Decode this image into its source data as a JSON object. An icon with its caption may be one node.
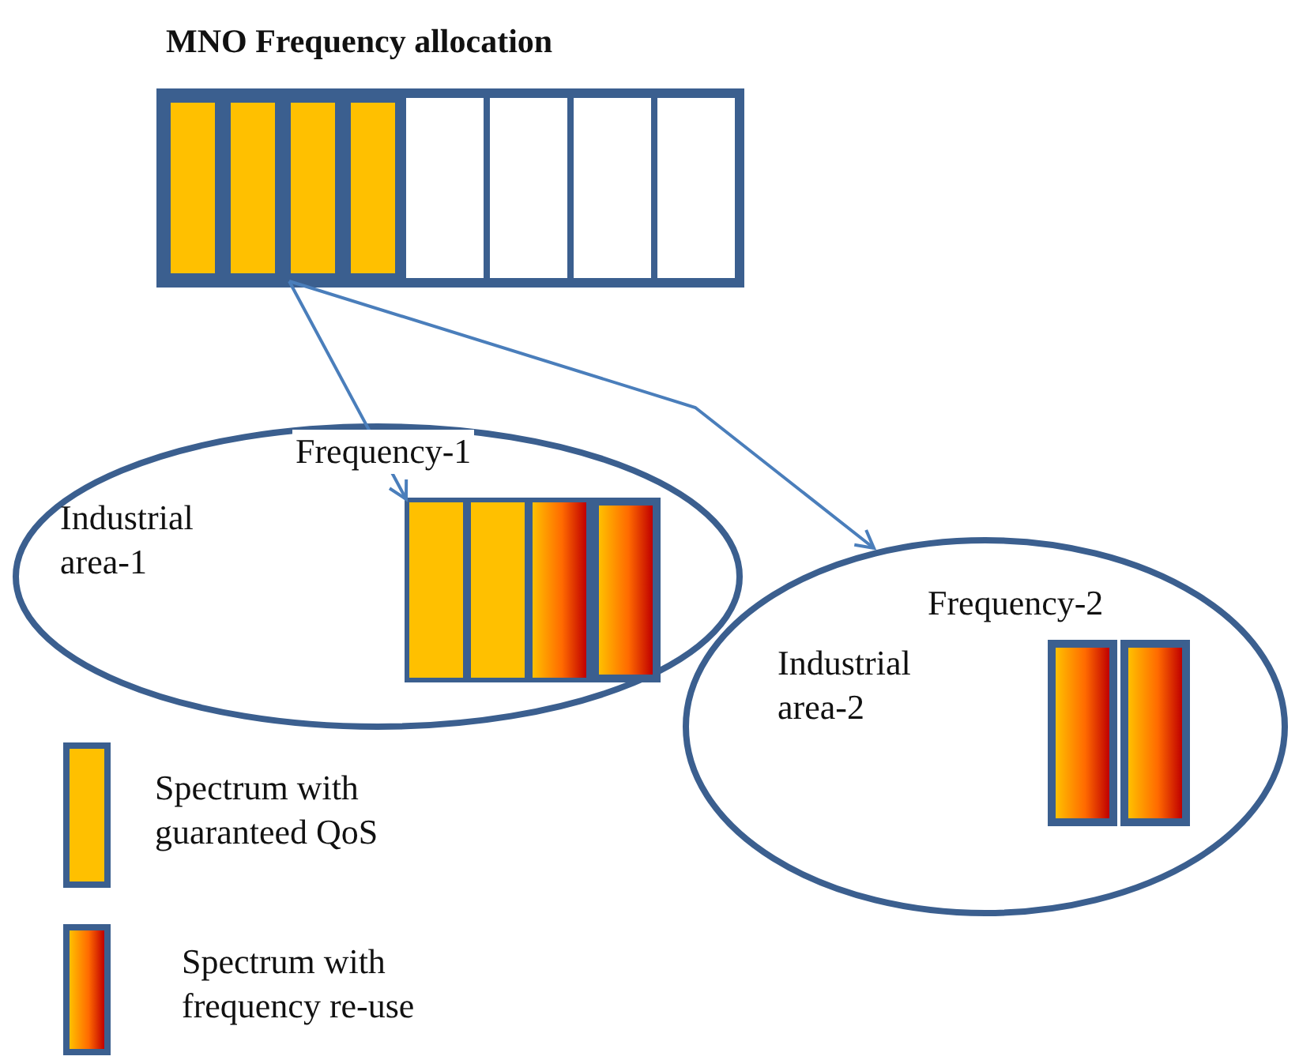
{
  "diagram": {
    "nodes": [
      {
        "text": [
          "MNO Frequency allocation"
        ]
      },
      {
        "text": [
          "Industrial area-1"
        ]
      },
      {
        "text": [
          "Frequency-1"
        ],
        "in": 1
      },
      {
        "text": [
          "Industrial area-2"
        ]
      },
      {
        "text": [
          "Frequency-2"
        ],
        "in": 3
      }
    ],
    "edges": [
      {
        "from": 0,
        "to": 2,
        "arrow": "to"
      },
      {
        "from": 0,
        "to": 3,
        "arrow": "to"
      }
    ],
    "legend": [
      {
        "text": "Spectrum with guaranteed QoS",
        "color": "#ffc000"
      },
      {
        "text": "Spectrum with frequency re-use"
      }
    ]
  }
}
